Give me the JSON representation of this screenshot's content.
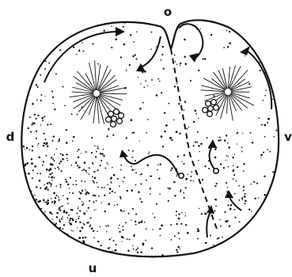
{
  "labels": {
    "top": "o",
    "left": "d",
    "right": "v",
    "bottom": "u"
  },
  "ink_color": "#111111",
  "background_color": "#ffffff"
}
